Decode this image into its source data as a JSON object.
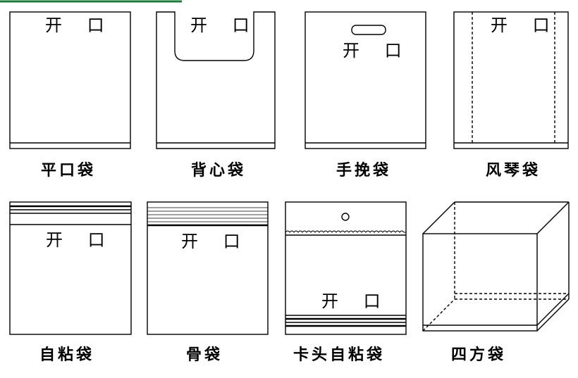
{
  "opening_text": "开 口",
  "bags": [
    {
      "id": "flat",
      "label": "平口袋"
    },
    {
      "id": "vest",
      "label": "背心袋"
    },
    {
      "id": "handle",
      "label": "手挽袋"
    },
    {
      "id": "gusset",
      "label": "风琴袋"
    },
    {
      "id": "zip",
      "label": "自粘袋"
    },
    {
      "id": "bone",
      "label": "骨袋"
    },
    {
      "id": "header-zip",
      "label": "卡头自粘袋"
    },
    {
      "id": "box",
      "label": "四方袋"
    }
  ],
  "colors": {
    "line": "#000000",
    "accent": "#1a7a3a"
  }
}
